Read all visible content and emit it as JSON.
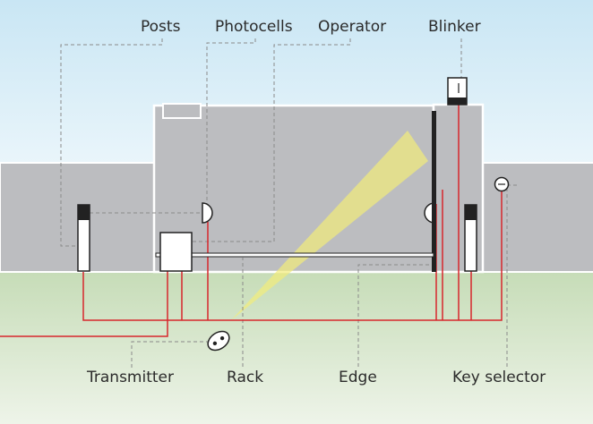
{
  "labels": {
    "posts": "Posts",
    "photocells": "Photocells",
    "operator": "Operator",
    "blinker": "Blinker",
    "transmitter": "Transmitter",
    "rack": "Rack",
    "edge": "Edge",
    "key_selector": "Key selector"
  },
  "colors": {
    "sky_top": "#c9e6f4",
    "sky_bottom": "#ffffff",
    "wall": "#bcbdc0",
    "grass_top": "#c6dcb7",
    "grass_bottom": "#e4eedd",
    "wire": "#d7262c",
    "leader": "#8a8a8a",
    "beam": "#f2ec7a",
    "outline": "#ffffff",
    "dark": "#222222"
  }
}
